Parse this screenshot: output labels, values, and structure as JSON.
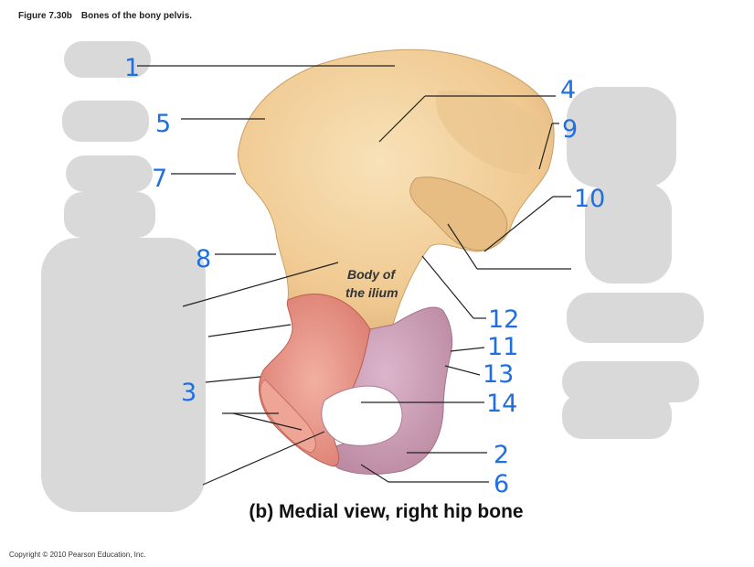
{
  "header": {
    "figure_number": "Figure 7.30b",
    "figure_title": "Bones of the bony pelvis."
  },
  "caption": "(b) Medial view, right hip bone",
  "copyright": "Copyright © 2010 Pearson Education, Inc.",
  "printed_label": {
    "line1": "Body of",
    "line2": "the ilium"
  },
  "handwritten_labels": [
    "1",
    "4",
    "5",
    "9",
    "7",
    "10",
    "8",
    "12",
    "11",
    "13",
    "3",
    "14",
    "2",
    "6"
  ],
  "colors": {
    "ilium": "#f3cf98",
    "pubis": "#e48c7c",
    "ischium": "#c796b0",
    "redaction": "#d9d9d9",
    "handwriting": "#1f6fe0"
  }
}
